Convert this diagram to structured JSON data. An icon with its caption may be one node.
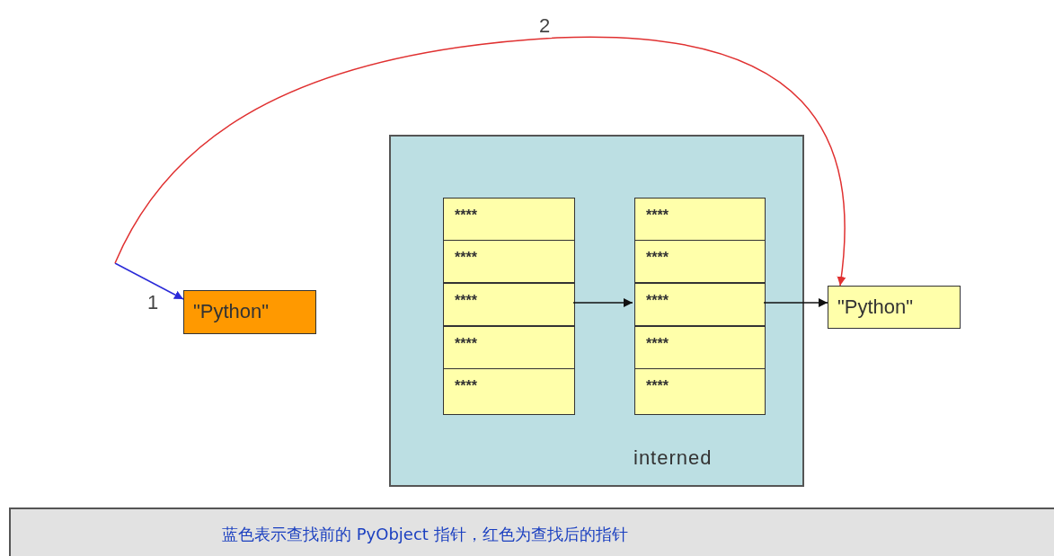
{
  "diagram": {
    "nodes": [
      {
        "text": [
          "interned"
        ]
      },
      {
        "text": [
          "****"
        ],
        "in": 0
      },
      {
        "text": [
          "****"
        ],
        "in": 0
      },
      {
        "text": [
          "****"
        ],
        "in": 0
      },
      {
        "text": [
          "****"
        ],
        "in": 0
      },
      {
        "text": [
          "****"
        ],
        "in": 0
      },
      {
        "text": [
          "****"
        ],
        "in": 0
      },
      {
        "text": [
          "****"
        ],
        "in": 0
      },
      {
        "text": [
          "****"
        ],
        "in": 0
      },
      {
        "text": [
          "****"
        ],
        "in": 0
      },
      {
        "text": [
          "****"
        ],
        "in": 0
      },
      {
        "text": [
          "\"Python\""
        ]
      },
      {
        "text": [
          "\"Python\""
        ]
      },
      {
        "text": [
          "蓝色表示查找前的 PyObject 指针，红色为查找后的指针"
        ]
      }
    ],
    "edges": [
      {
        "from": null,
        "to": 11,
        "arrow": "to",
        "label": "1",
        "color": "#2a2ad8"
      },
      {
        "from": null,
        "to": 12,
        "arrow": "to",
        "label": "2",
        "color": "#e03030"
      },
      {
        "from": 3,
        "to": 8,
        "arrow": "to"
      },
      {
        "from": 8,
        "to": 12,
        "arrow": "to"
      }
    ]
  }
}
